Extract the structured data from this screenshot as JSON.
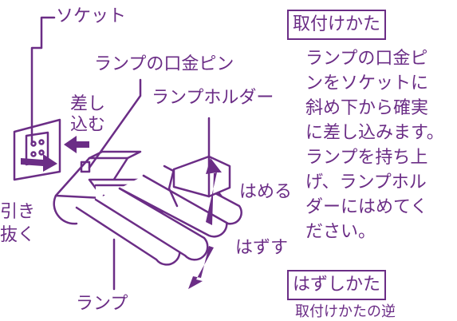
{
  "labels": {
    "socket": "ソケット",
    "lamp_base_pin": "ランプの口金ピン",
    "lamp_holder": "ランプホルダー",
    "insert_line1": "差し",
    "insert_line2": "込む",
    "pull_line1": "引き",
    "pull_line2": "抜く",
    "attach": "はめる",
    "detach": "はずす",
    "lamp": "ランプ"
  },
  "install": {
    "heading": "取付けかた",
    "lines": [
      "ランプの口金ピ",
      "ンをソケットに",
      "斜め下から確実",
      "に差し込みます。",
      "ランプを持ち上",
      "げ、ランプホル",
      "ダーにはめてく",
      "ださい。"
    ]
  },
  "remove": {
    "heading": "はずしかた",
    "note": "取付けかたの逆"
  },
  "colors": {
    "ink": "#6b2d86",
    "background": "#ffffff"
  }
}
